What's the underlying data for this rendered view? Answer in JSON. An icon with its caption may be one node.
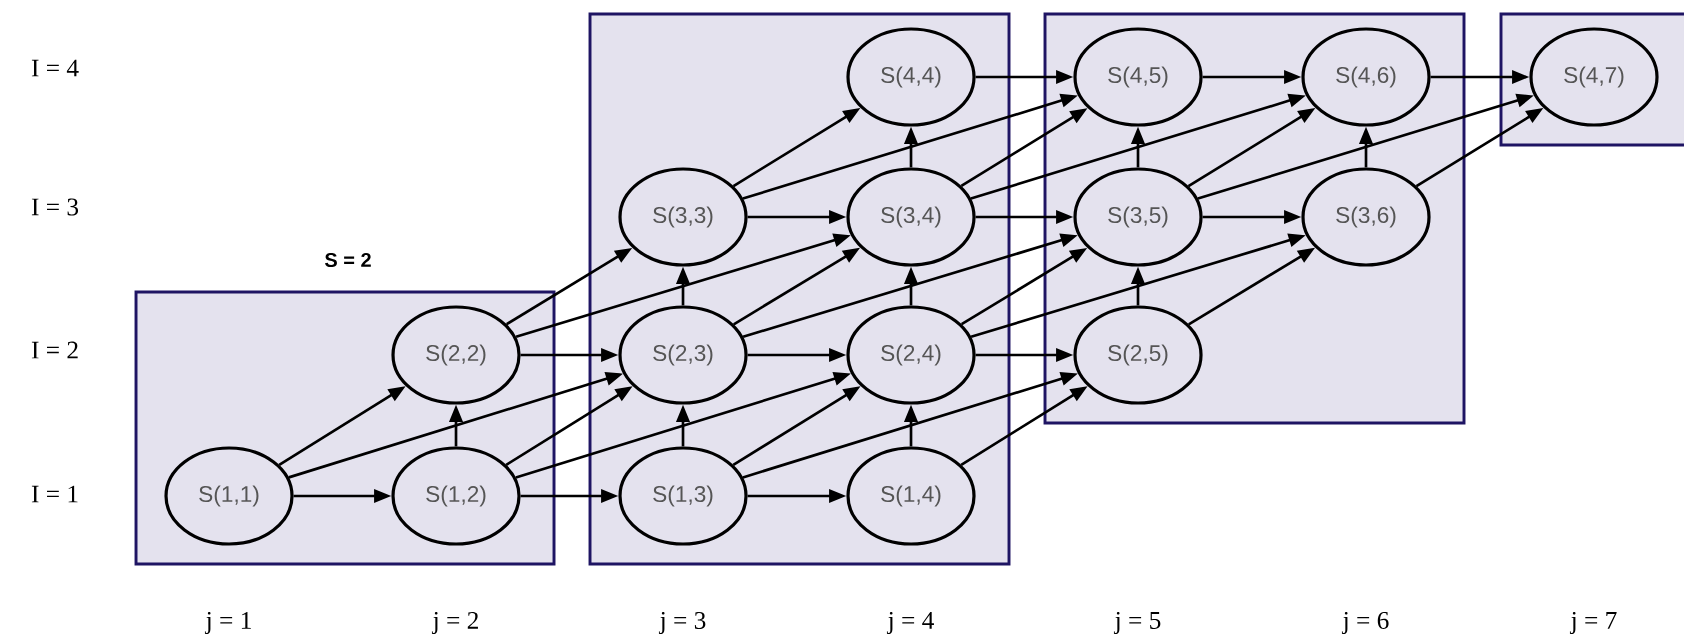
{
  "diagram": {
    "nodes": [
      {
        "text": [
          "S = 2"
        ]
      },
      {
        "text": [],
        "shape": "box"
      },
      {
        "text": [],
        "shape": "box"
      },
      {
        "text": [],
        "shape": "box"
      },
      {
        "text": [
          "S(1,1)"
        ],
        "in": 0
      },
      {
        "text": [
          "S(1,2)"
        ],
        "in": 0
      },
      {
        "text": [
          "S(2,2)"
        ],
        "in": 0
      },
      {
        "text": [
          "S(1,3)"
        ],
        "in": 1
      },
      {
        "text": [
          "S(2,3)"
        ],
        "in": 1
      },
      {
        "text": [
          "S(3,3)"
        ],
        "in": 1
      },
      {
        "text": [
          "S(1,4)"
        ],
        "in": 1
      },
      {
        "text": [
          "S(2,4)"
        ],
        "in": 1
      },
      {
        "text": [
          "S(3,4)"
        ],
        "in": 1
      },
      {
        "text": [
          "S(4,4)"
        ],
        "in": 1
      },
      {
        "text": [
          "S(2,5)"
        ],
        "in": 2
      },
      {
        "text": [
          "S(3,5)"
        ],
        "in": 2
      },
      {
        "text": [
          "S(4,5)"
        ],
        "in": 2
      },
      {
        "text": [
          "S(3,6)"
        ],
        "in": 2
      },
      {
        "text": [
          "S(4,6)"
        ],
        "in": 2
      },
      {
        "text": [
          "S(4,7)"
        ],
        "in": 3
      }
    ],
    "edges": [
      {
        "from": 4,
        "to": 5,
        "arrow": "to"
      },
      {
        "from": 4,
        "to": 6,
        "arrow": "to"
      },
      {
        "from": 4,
        "to": 8,
        "arrow": "to"
      },
      {
        "from": 5,
        "to": 7,
        "arrow": "to"
      },
      {
        "from": 5,
        "to": 6,
        "arrow": "to"
      },
      {
        "from": 5,
        "to": 8,
        "arrow": "to"
      },
      {
        "from": 5,
        "to": 11,
        "arrow": "to"
      },
      {
        "from": 6,
        "to": 8,
        "arrow": "to"
      },
      {
        "from": 6,
        "to": 9,
        "arrow": "to"
      },
      {
        "from": 6,
        "to": 12,
        "arrow": "to"
      },
      {
        "from": 7,
        "to": 10,
        "arrow": "to"
      },
      {
        "from": 7,
        "to": 8,
        "arrow": "to"
      },
      {
        "from": 7,
        "to": 11,
        "arrow": "to"
      },
      {
        "from": 7,
        "to": 14,
        "arrow": "to"
      },
      {
        "from": 8,
        "to": 11,
        "arrow": "to"
      },
      {
        "from": 8,
        "to": 9,
        "arrow": "to"
      },
      {
        "from": 8,
        "to": 12,
        "arrow": "to"
      },
      {
        "from": 8,
        "to": 15,
        "arrow": "to"
      },
      {
        "from": 9,
        "to": 12,
        "arrow": "to"
      },
      {
        "from": 9,
        "to": 13,
        "arrow": "to"
      },
      {
        "from": 9,
        "to": 16,
        "arrow": "to"
      },
      {
        "from": 10,
        "to": 11,
        "arrow": "to"
      },
      {
        "from": 10,
        "to": 14,
        "arrow": "to"
      },
      {
        "from": 11,
        "to": 14,
        "arrow": "to"
      },
      {
        "from": 11,
        "to": 12,
        "arrow": "to"
      },
      {
        "from": 11,
        "to": 15,
        "arrow": "to"
      },
      {
        "from": 11,
        "to": 17,
        "arrow": "to"
      },
      {
        "from": 12,
        "to": 15,
        "arrow": "to"
      },
      {
        "from": 12,
        "to": 13,
        "arrow": "to"
      },
      {
        "from": 12,
        "to": 16,
        "arrow": "to"
      },
      {
        "from": 12,
        "to": 18,
        "arrow": "to"
      },
      {
        "from": 13,
        "to": 16,
        "arrow": "to"
      },
      {
        "from": 14,
        "to": 15,
        "arrow": "to"
      },
      {
        "from": 14,
        "to": 17,
        "arrow": "to"
      },
      {
        "from": 15,
        "to": 17,
        "arrow": "to"
      },
      {
        "from": 15,
        "to": 16,
        "arrow": "to"
      },
      {
        "from": 15,
        "to": 18,
        "arrow": "to"
      },
      {
        "from": 15,
        "to": 19,
        "arrow": "to"
      },
      {
        "from": 16,
        "to": 18,
        "arrow": "to"
      },
      {
        "from": 17,
        "to": 18,
        "arrow": "to"
      },
      {
        "from": 17,
        "to": 19,
        "arrow": "to"
      },
      {
        "from": 18,
        "to": 19,
        "arrow": "to"
      }
    ],
    "labels": [
      "I = 4",
      "I = 3",
      "I = 2",
      "I = 1",
      "j = 1",
      "j = 2",
      "j = 3",
      "j = 4",
      "j = 5",
      "j = 6",
      "j = 7"
    ]
  }
}
